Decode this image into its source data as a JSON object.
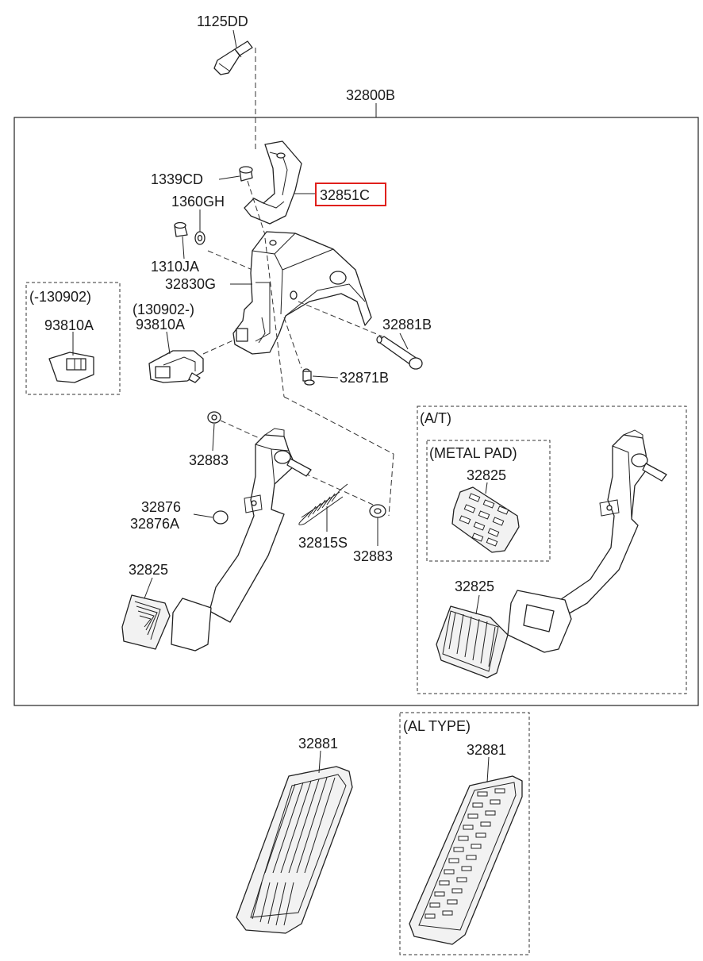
{
  "highlight_color": "#e0201c",
  "labels": {
    "p1125dd": "1125DD",
    "p32800b": "32800B",
    "p1339cd": "1339CD",
    "p32851c": "32851C",
    "p1360gh": "1360GH",
    "p1310ja": "1310JA",
    "p32830g": "32830G",
    "p32881b": "32881B",
    "p32871b": "32871B",
    "p93810a_old": "93810A",
    "p93810a_new": "93810A",
    "p32883_top": "32883",
    "p32876": "32876",
    "p32876a": "32876A",
    "p32815s": "32815S",
    "p32883_bottom": "32883",
    "p32825_left": "32825",
    "p32825_metal": "32825",
    "p32825_at": "32825",
    "p32881_std": "32881",
    "p32881_al": "32881"
  },
  "group_labels": {
    "before": "(-130902)",
    "after": "(130902-)",
    "at": "(A/T)",
    "metal_pad": "(METAL PAD)",
    "al_type": "(AL TYPE)"
  }
}
